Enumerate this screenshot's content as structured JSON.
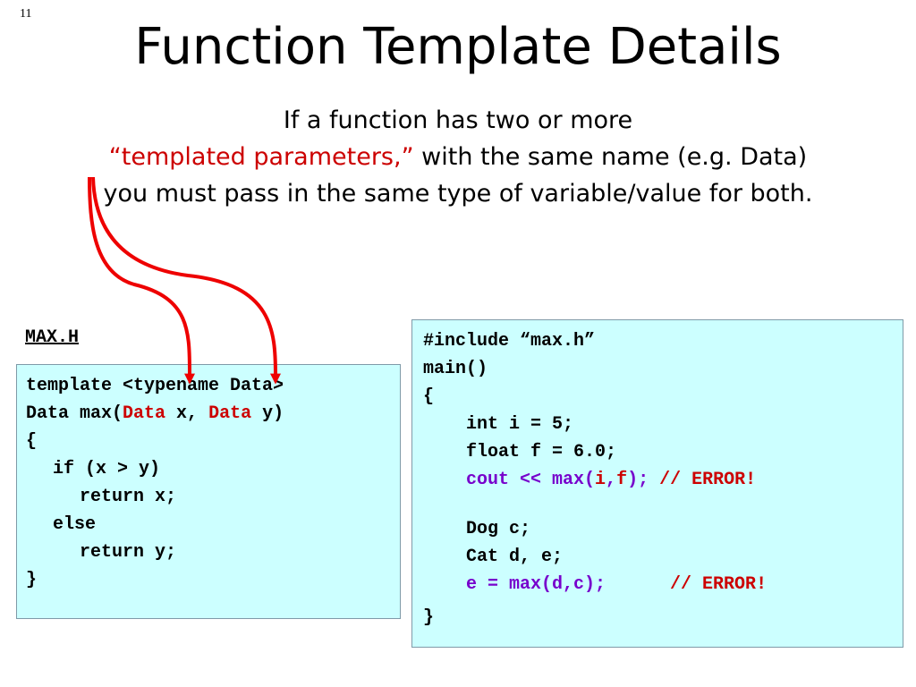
{
  "slide": {
    "number": "11",
    "title": "Function Template Details",
    "subtitle": {
      "line1": "If a function has two or more",
      "line2_red": "“templated parameters,”",
      "line2_rest": " with the same name (e.g. Data)",
      "line3": "you must pass in the same type of variable/value for both."
    }
  },
  "left_code": {
    "file_label": "MAX.H",
    "l1": "template <typename Data>",
    "l2_a": "Data max(",
    "l2_b": "Data",
    "l2_c": " x, ",
    "l2_d": "Data",
    "l2_e": " y)",
    "l3": "{",
    "l4": "if (x > y)",
    "l5": "return x;",
    "l6": "else",
    "l7": "return y;",
    "l8": "}"
  },
  "right_code": {
    "l1": "#include “max.h”",
    "l2": "main()",
    "l3": "{",
    "l4": "int i = 5;",
    "l5": "float f = 6.0;",
    "l6_a": "cout << max(",
    "l6_b": "i",
    "l6_c": ",",
    "l6_d": "f",
    "l6_e": "); ",
    "l6_f": "// ERROR!",
    "l7": "Dog c;",
    "l8": "Cat d, e;",
    "l9_a": "e = max(d,c);      ",
    "l9_b": "// ERROR!",
    "l10": "}"
  },
  "colors": {
    "red": "#cc0000",
    "purple": "#7700cc",
    "code_box_bg": "#ccffff",
    "arrow": "#ee0000"
  }
}
